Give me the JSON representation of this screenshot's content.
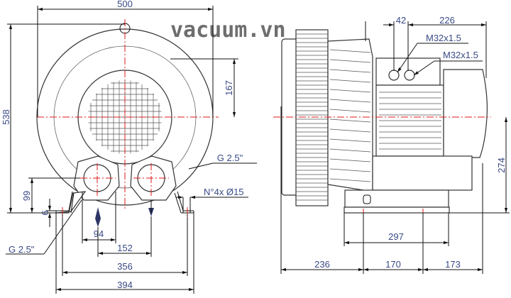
{
  "watermark": "vacuum.vn",
  "front_view": {
    "dim_width": "500",
    "dim_height": "538",
    "dim_center_to_top_port": "167",
    "dim_port_height": "99",
    "dim_foot_thickness": "6",
    "dim_port_width": "94",
    "dim_port_spacing": "152",
    "dim_hole_spacing": "356",
    "dim_foot_width": "394",
    "label_outlet": "G 2.5\"",
    "label_inlet": "G 2.5\"",
    "label_holes": "N°4x Ø15"
  },
  "side_view": {
    "dim_gland_spacing": "42",
    "dim_gland_to_end": "226",
    "label_gland_1": "M32x1.5",
    "label_gland_2": "M32x1.5",
    "dim_shaft_height": "274",
    "dim_base_length": "297",
    "dim_front_to_hole": "236",
    "dim_hole_spacing": "170",
    "dim_hole_to_end": "173"
  }
}
